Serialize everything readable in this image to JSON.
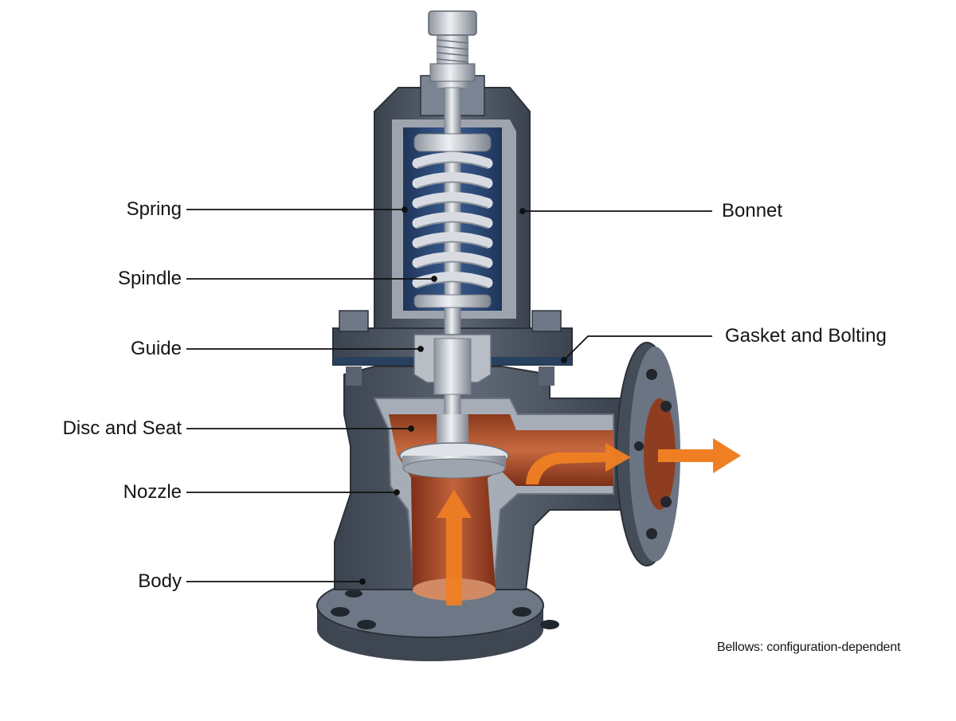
{
  "labels": {
    "spring": "Spring",
    "spindle": "Spindle",
    "guide": "Guide",
    "disc_and_seat": "Disc and Seat",
    "nozzle": "Nozzle",
    "body": "Body",
    "bonnet": "Bonnet",
    "gasket_and_bolting": "Gasket and Bolting"
  },
  "note": "Bellows: configuration-dependent",
  "colors": {
    "metal_dark": "#4a5361",
    "metal_mid": "#6b7482",
    "metal_cut": "#a9afb8",
    "steel": "#c9ced6",
    "spring_chamber": "#2d4a78",
    "fluid": "#a8482a",
    "flow_arrow": "#f07f23"
  }
}
